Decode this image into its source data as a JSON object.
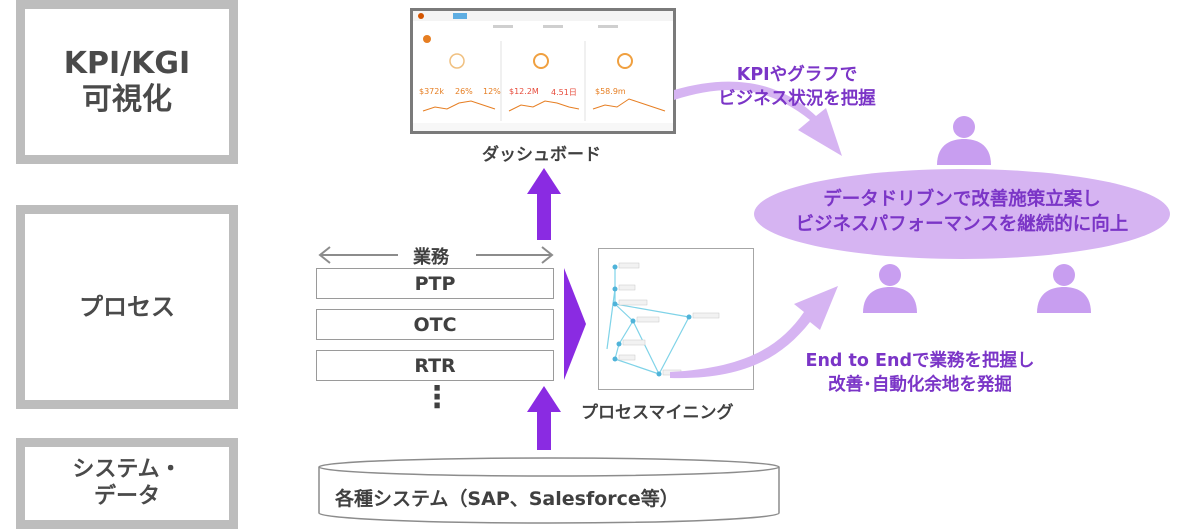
{
  "layers": {
    "kpi": "KPI/KGI\n可視化",
    "process": "プロセス",
    "system": "システム・\nデータ"
  },
  "center": {
    "business_label": "業務",
    "processes": [
      "PTP",
      "OTC",
      "RTR"
    ],
    "ellipsis": "⋮",
    "database_label": "各種システム（SAP、Salesforce等）"
  },
  "dashboard": {
    "caption": "ダッシュボード",
    "kpis": [
      {
        "value": "$372k",
        "value_color": "#e67e22"
      },
      {
        "value": "26%",
        "value_color": "#e67e22"
      },
      {
        "value": "12%",
        "value_color": "#e67e22"
      },
      {
        "value": "$12.2M",
        "value_color": "#e74c3c"
      },
      {
        "value": "4.51日",
        "value_color": "#e74c3c"
      },
      {
        "value": "$58.9m",
        "value_color": "#e67e22"
      }
    ]
  },
  "mining": {
    "caption": "プロセスマイニング"
  },
  "right": {
    "kpi_text": "KPIやグラフで\nビジネス状況を把握",
    "ellipse_text": "データドリブンで改善施策立案し\nビジネスパフォーマンスを継続的に向上",
    "e2e_text": "End to Endで業務を把握し\n改善･自動化余地を発掘"
  },
  "colors": {
    "purple": "#8a2be2",
    "light_purple": "#d6b4f2",
    "gray_border": "#bdbdbd",
    "text_purple": "#7b35c7"
  }
}
